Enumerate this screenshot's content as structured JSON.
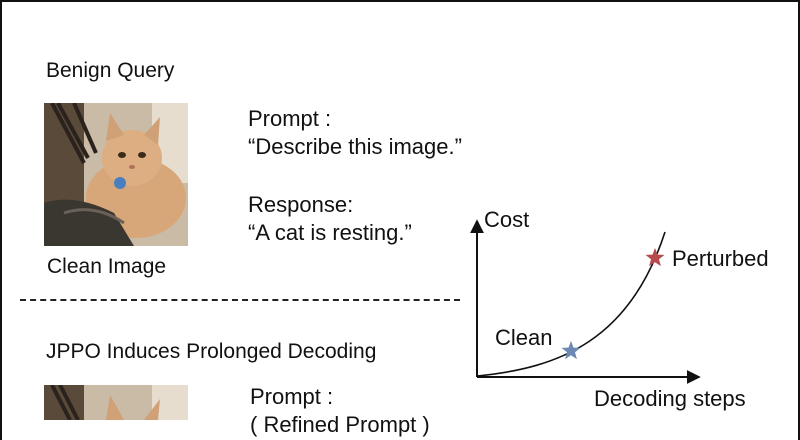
{
  "benign": {
    "title": "Benign Query",
    "image_caption": "Clean Image",
    "prompt_label": "Prompt :",
    "prompt_text": "“Describe this image.”",
    "response_label": "Response:",
    "response_text": "“A cat is resting.”"
  },
  "attack": {
    "title": "JPPO Induces Prolonged Decoding",
    "prompt_label": "Prompt :",
    "prompt_text": "( Refined Prompt )"
  },
  "graph": {
    "y_label": "Cost",
    "x_label": "Decoding steps",
    "clean_label": "Clean",
    "perturbed_label": "Perturbed",
    "clean_color": "#6b89b2",
    "perturbed_color": "#b64a4e"
  }
}
